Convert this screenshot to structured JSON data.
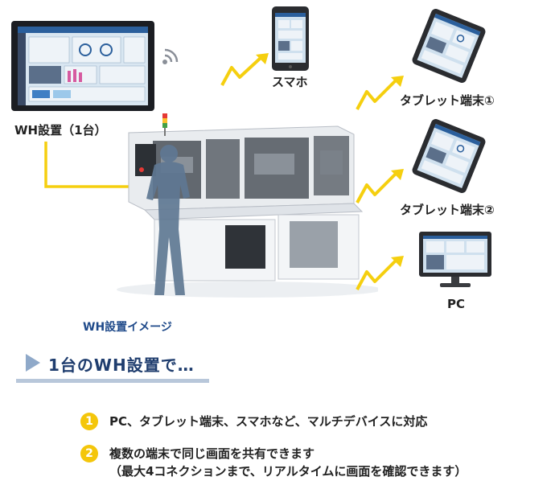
{
  "devices": {
    "wh_label": "WH設置（1台）",
    "smartphone_label": "スマホ",
    "tablet1_label": "タブレット端末①",
    "tablet2_label": "タブレット端末②",
    "pc_label": "PC"
  },
  "machine": {
    "caption": "WH設置イメージ"
  },
  "section": {
    "title": "1台のWH設置で…"
  },
  "points": [
    {
      "num": "1",
      "lines": [
        "PC、タブレット端末、スマホなど、マルチデバイスに対応"
      ]
    },
    {
      "num": "2",
      "lines": [
        "複数の端末で同じ画面を共有できます",
        "（最大4コネクションまで、リアルタイムに画面を確認できます）"
      ]
    }
  ],
  "colors": {
    "lightning": "#f5cf0f",
    "connector": "#f5cf0f",
    "badge": "#f4c60b",
    "section_arrow": "#8fa9c9",
    "section_underline": "#b8c7da",
    "caption_blue": "#1f4a8a"
  }
}
